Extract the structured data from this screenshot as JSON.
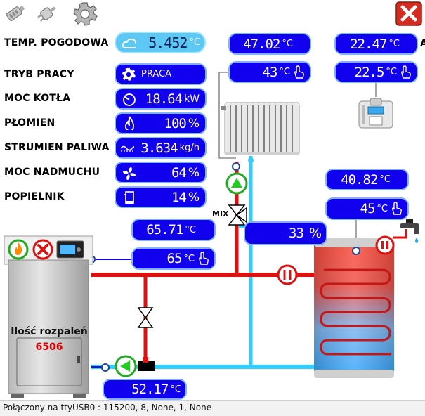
{
  "toolbar": {
    "icons": [
      "network-cable-icon",
      "power-plug-icon",
      "gear-icon"
    ],
    "close": "close-icon"
  },
  "left_panel": {
    "weather_label": "TEMP. POGODOWA",
    "weather_value": "5.452",
    "weather_unit": "°C",
    "mode_label": "TRYB PRACY",
    "mode_value": "PRACA",
    "power_label": "MOC KOTŁA",
    "power_value": "18.64",
    "power_unit": "kW",
    "flame_label": "PŁOMIEN",
    "flame_value": "100",
    "flame_unit": "%",
    "fuel_label": "STRUMIEN PALIWA",
    "fuel_value": "3.634",
    "fuel_unit": "kg/h",
    "fan_label": "MOC NADMUCHU",
    "fan_value": "64",
    "fan_unit": "%",
    "ash_label": "POPIELNIK",
    "ash_value": "14",
    "ash_unit": "%"
  },
  "radiator": {
    "temp": "47.02",
    "temp_unit": "°C",
    "setpoint": "43",
    "setpoint_unit": "°C"
  },
  "room": {
    "temp": "22.47",
    "temp_unit": "°C",
    "setpoint": "22.5",
    "setpoint_unit": "°C"
  },
  "mixer": {
    "label": "MIX",
    "value": "33",
    "unit": "%"
  },
  "boiler": {
    "temp": "65.71",
    "temp_unit": "°C",
    "setpoint": "65",
    "setpoint_unit": "°C",
    "ignitions_label": "Ilość rozpaleń",
    "ignitions_value": "6506",
    "return_temp": "52.17",
    "return_unit": "°C"
  },
  "tank": {
    "temp": "40.82",
    "temp_unit": "°C",
    "setpoint": "45",
    "setpoint_unit": "°C"
  },
  "colors": {
    "pill": "#1100ee",
    "pill_border": "#7fb2ff",
    "hot_pipe": "#dd1111",
    "cold_pipe": "#33ccff",
    "ignitions": "#dd0000"
  },
  "status_bar": {
    "text": "Połączony na ttyUSB0 : 115200, 8, None, 1, None"
  },
  "edge_text": "A"
}
